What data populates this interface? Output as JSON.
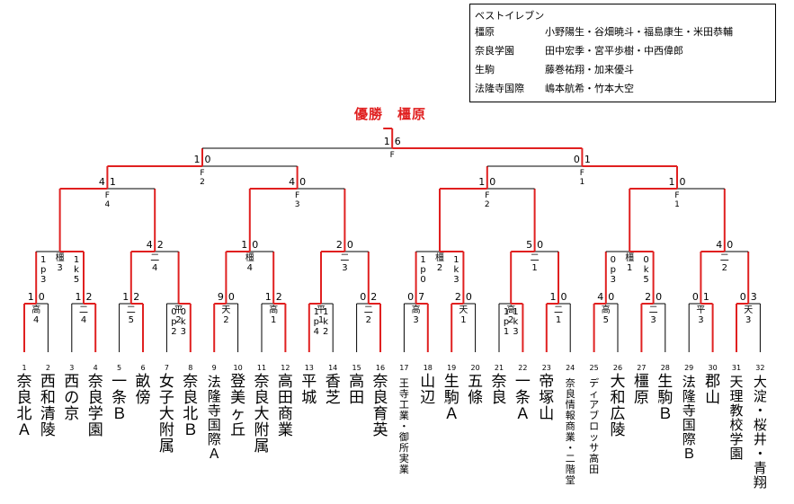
{
  "best_eleven": {
    "title": "ベストイレブン",
    "rows": [
      {
        "school": "橿原",
        "players": "小野陽生・谷畑暁斗・福島康生・米田恭輔"
      },
      {
        "school": "奈良学園",
        "players": "田中宏季・宮平歩樹・中西偉郎"
      },
      {
        "school": "生駒",
        "players": "藤巻祐翔・加来優斗"
      },
      {
        "school": "法隆寺国際",
        "players": "嶋本航希・竹本大空"
      }
    ]
  },
  "champion_text": "優勝　橿原",
  "colors": {
    "winner": "#e02020",
    "line": "#000000"
  },
  "teams": [
    {
      "no": "1",
      "name": "奈良北Ａ"
    },
    {
      "no": "2",
      "name": "西和清陵"
    },
    {
      "no": "3",
      "name": "西の京"
    },
    {
      "no": "4",
      "name": "奈良学園"
    },
    {
      "no": "5",
      "name": "一条Ｂ"
    },
    {
      "no": "6",
      "name": "畝傍"
    },
    {
      "no": "7",
      "name": "女子大附属"
    },
    {
      "no": "8",
      "name": "奈良北Ｂ"
    },
    {
      "no": "9",
      "name": "法隆寺国際Ａ"
    },
    {
      "no": "10",
      "name": "登美ヶ丘"
    },
    {
      "no": "11",
      "name": "奈良大附属"
    },
    {
      "no": "12",
      "name": "高田商業"
    },
    {
      "no": "13",
      "name": "平城"
    },
    {
      "no": "14",
      "name": "香芝"
    },
    {
      "no": "15",
      "name": "高田"
    },
    {
      "no": "16",
      "name": "奈良育英"
    },
    {
      "no": "17",
      "name": "王寺工業・御所実業"
    },
    {
      "no": "18",
      "name": "山辺"
    },
    {
      "no": "19",
      "name": "生駒Ａ"
    },
    {
      "no": "20",
      "name": "五條"
    },
    {
      "no": "21",
      "name": "奈良"
    },
    {
      "no": "22",
      "name": "一条Ａ"
    },
    {
      "no": "23",
      "name": "帝塚山"
    },
    {
      "no": "24",
      "name": "奈良情報商業・二階堂"
    },
    {
      "no": "25",
      "name": "ディアブロッサ高田"
    },
    {
      "no": "26",
      "name": "大和広陵"
    },
    {
      "no": "27",
      "name": "橿原"
    },
    {
      "no": "28",
      "name": "生駒Ｂ"
    },
    {
      "no": "29",
      "name": "法隆寺国際Ｂ"
    },
    {
      "no": "30",
      "name": "郡山"
    },
    {
      "no": "31",
      "name": "天理教校学園"
    },
    {
      "no": "32",
      "name": "大淀・桜井・青翔"
    }
  ],
  "rounds": [
    [
      {
        "venue": "高\n4",
        "score_l": "1",
        "score_r": "0",
        "winner": "L"
      },
      {
        "venue": "二\n4",
        "score_l": "1",
        "score_r": "2",
        "winner": "R"
      },
      {
        "venue": "二\n5",
        "score_l": "1",
        "score_r": "2",
        "winner": "R"
      },
      {
        "venue": "平\n2",
        "score_l": "",
        "score_r": "",
        "note_l": "0\np\n2",
        "note_r": "0\nk\n3",
        "winner": "R"
      },
      {
        "venue": "天\n2",
        "score_l": "9",
        "score_r": "0",
        "winner": "L"
      },
      {
        "venue": "高\n1",
        "score_l": "1",
        "score_r": "2",
        "winner": "R"
      },
      {
        "venue": "平\n1",
        "score_l": "",
        "score_r": "",
        "note_l": "1\np\n4",
        "note_r": "1\nk\n2",
        "winner": "L"
      },
      {
        "venue": "二\n2",
        "score_l": "0",
        "score_r": "2",
        "winner": "R"
      },
      {
        "venue": "高\n3",
        "score_l": "0",
        "score_r": "7",
        "winner": "R"
      },
      {
        "venue": "天\n1",
        "score_l": "2",
        "score_r": "0",
        "winner": "L"
      },
      {
        "venue": "高\n2",
        "score_l": "",
        "score_r": "",
        "note_l": "1\np\n1",
        "note_r": "1\nk\n3",
        "winner": "R"
      },
      {
        "venue": "二\n1",
        "score_l": "1",
        "score_r": "0",
        "winner": "L"
      },
      {
        "venue": "高\n5",
        "score_l": "4",
        "score_r": "0",
        "winner": "L"
      },
      {
        "venue": "二\n3",
        "score_l": "2",
        "score_r": "0",
        "winner": "L"
      },
      {
        "venue": "平\n3",
        "score_l": "0",
        "score_r": "1",
        "winner": "R"
      },
      {
        "venue": "天\n3",
        "score_l": "0",
        "score_r": "3",
        "winner": "L"
      }
    ],
    [
      {
        "venue": "橿\n3",
        "score_l": "",
        "score_r": "",
        "note_l": "1\np\n3",
        "note_r": "1\nk\n5",
        "winner": "R"
      },
      {
        "venue": "二\n4",
        "score_l": "4",
        "score_r": "2",
        "winner": "L"
      },
      {
        "venue": "橿\n4",
        "score_l": "1",
        "score_r": "0",
        "winner": "L"
      },
      {
        "venue": "二\n3",
        "score_l": "2",
        "score_r": "0",
        "winner": "L"
      },
      {
        "venue": "橿\n2",
        "score_l": "",
        "score_r": "",
        "note_l": "1\np\n0",
        "note_r": "1\nk\n3",
        "winner": "R"
      },
      {
        "venue": "二\n1",
        "score_l": "5",
        "score_r": "0",
        "winner": "L"
      },
      {
        "venue": "橿\n1",
        "score_l": "",
        "score_r": "",
        "note_l": "0\np\n3",
        "note_r": "0\nk\n5",
        "winner": "R"
      },
      {
        "venue": "二\n2",
        "score_l": "4",
        "score_r": "0",
        "winner": "L"
      }
    ],
    [
      {
        "venue": "F\n4",
        "score_l": "4",
        "score_r": "1",
        "winner": "L"
      },
      {
        "venue": "F\n3",
        "score_l": "4",
        "score_r": "0",
        "winner": "L"
      },
      {
        "venue": "F\n2",
        "score_l": "1",
        "score_r": "0",
        "winner": "L"
      },
      {
        "venue": "F\n1",
        "score_l": "1",
        "score_r": "0",
        "winner": "L"
      }
    ],
    [
      {
        "venue": "F\n2",
        "score_l": "1",
        "score_r": "0",
        "winner": "L"
      },
      {
        "venue": "F\n1",
        "score_l": "0",
        "score_r": "1",
        "winner": "R"
      }
    ],
    [
      {
        "venue": "F",
        "score_l": "1",
        "score_r": "6",
        "winner": "R"
      }
    ]
  ]
}
